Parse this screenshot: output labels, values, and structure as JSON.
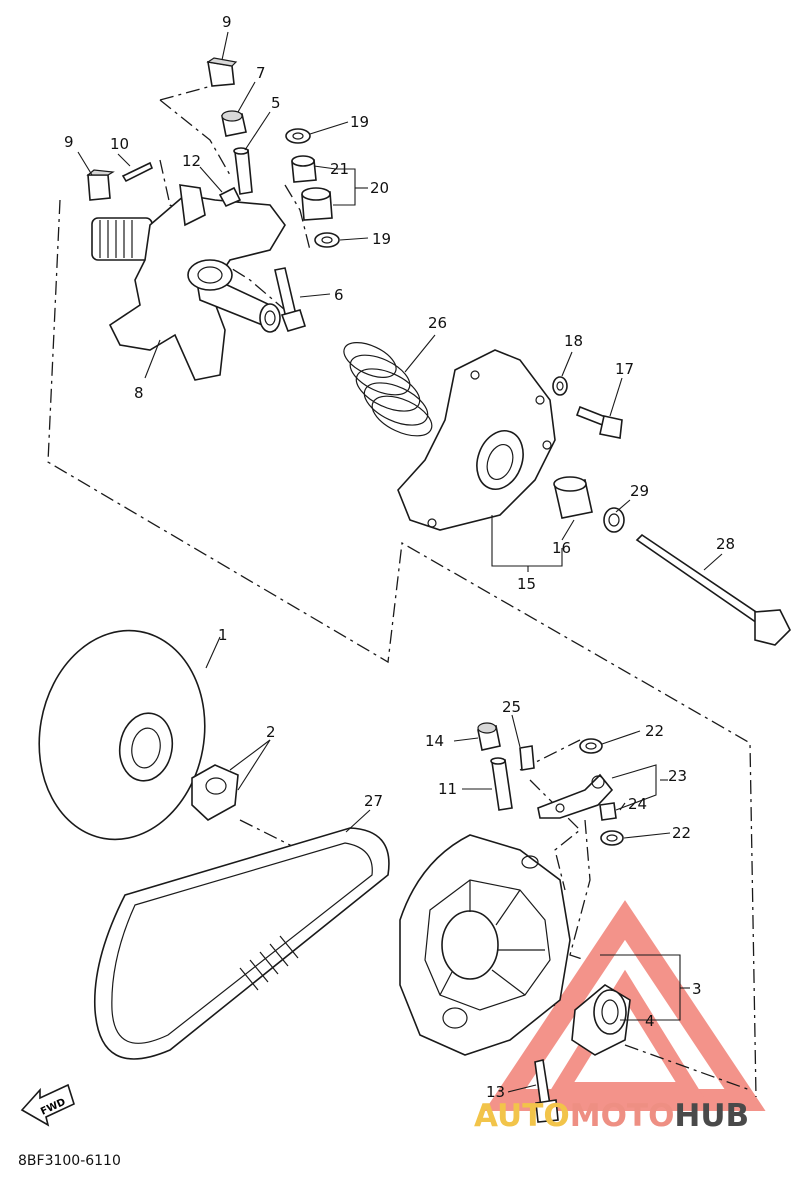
{
  "diagram": {
    "part_code": "8BF3100-6110",
    "fwd_label": "FWD",
    "labels": [
      {
        "id": "9a",
        "text": "9"
      },
      {
        "id": "7",
        "text": "7"
      },
      {
        "id": "5",
        "text": "5"
      },
      {
        "id": "19a",
        "text": "19"
      },
      {
        "id": "9b",
        "text": "9"
      },
      {
        "id": "10",
        "text": "10"
      },
      {
        "id": "12",
        "text": "12"
      },
      {
        "id": "21",
        "text": "21"
      },
      {
        "id": "20",
        "text": "20"
      },
      {
        "id": "19b",
        "text": "19"
      },
      {
        "id": "6",
        "text": "6"
      },
      {
        "id": "8",
        "text": "8"
      },
      {
        "id": "26",
        "text": "26"
      },
      {
        "id": "18",
        "text": "18"
      },
      {
        "id": "17",
        "text": "17"
      },
      {
        "id": "29",
        "text": "29"
      },
      {
        "id": "16",
        "text": "16"
      },
      {
        "id": "15",
        "text": "15"
      },
      {
        "id": "28",
        "text": "28"
      },
      {
        "id": "1",
        "text": "1"
      },
      {
        "id": "2",
        "text": "2"
      },
      {
        "id": "25",
        "text": "25"
      },
      {
        "id": "22a",
        "text": "22"
      },
      {
        "id": "14",
        "text": "14"
      },
      {
        "id": "23",
        "text": "23"
      },
      {
        "id": "11",
        "text": "11"
      },
      {
        "id": "24",
        "text": "24"
      },
      {
        "id": "27",
        "text": "27"
      },
      {
        "id": "22b",
        "text": "22"
      },
      {
        "id": "3",
        "text": "3"
      },
      {
        "id": "4",
        "text": "4"
      },
      {
        "id": "13",
        "text": "13"
      }
    ]
  },
  "watermark": {
    "part1": "AUTO",
    "part2": "MOTO",
    "part3": "HUB",
    "colors": {
      "auto": "#f2c44a",
      "moto": "#ee8f83",
      "hub": "#4a4a4a",
      "triangle": "#ef6f63"
    }
  }
}
